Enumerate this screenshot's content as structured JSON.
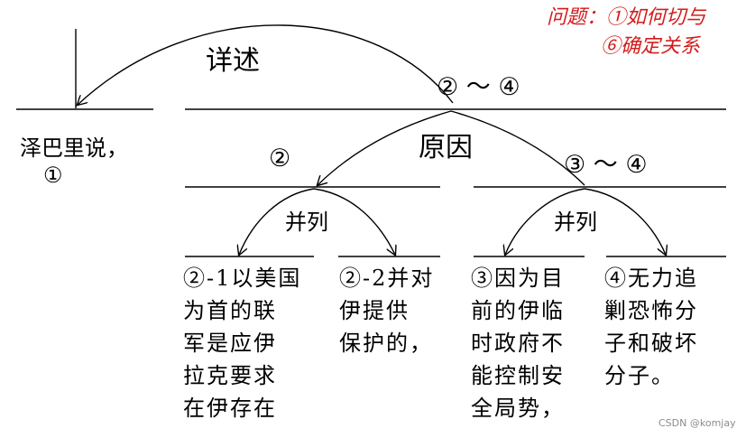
{
  "labels": {
    "detail": "详述",
    "range_top": "② ～ ④",
    "reason": "原因",
    "left_num": "②",
    "right_range": "③ ～ ④",
    "parallel_left": "并列",
    "parallel_right": "并列"
  },
  "statement": {
    "line1": "泽巴里说，",
    "line2": "①"
  },
  "blocks": [
    {
      "id": "b21",
      "lines": [
        "②-1以美国",
        "为首的联",
        "军是应伊",
        "拉克要求",
        "在伊存在"
      ]
    },
    {
      "id": "b22",
      "lines": [
        "②-2并对",
        "伊提供",
        "保护的，"
      ]
    },
    {
      "id": "b3",
      "lines": [
        "③因为目",
        "前的伊临",
        "时政府不",
        "能控制安",
        "全局势，"
      ]
    },
    {
      "id": "b4",
      "lines": [
        "④无力追",
        "剿恐怖分",
        "子和破坏",
        "分子。"
      ]
    }
  ],
  "note": {
    "line1": "问题：①如何切与",
    "line2": "⑥确定关系"
  },
  "watermark": "CSDN @komjay",
  "colors": {
    "ink": "#000000",
    "note": "#d41c1c",
    "watermark": "#8c8c8c"
  }
}
